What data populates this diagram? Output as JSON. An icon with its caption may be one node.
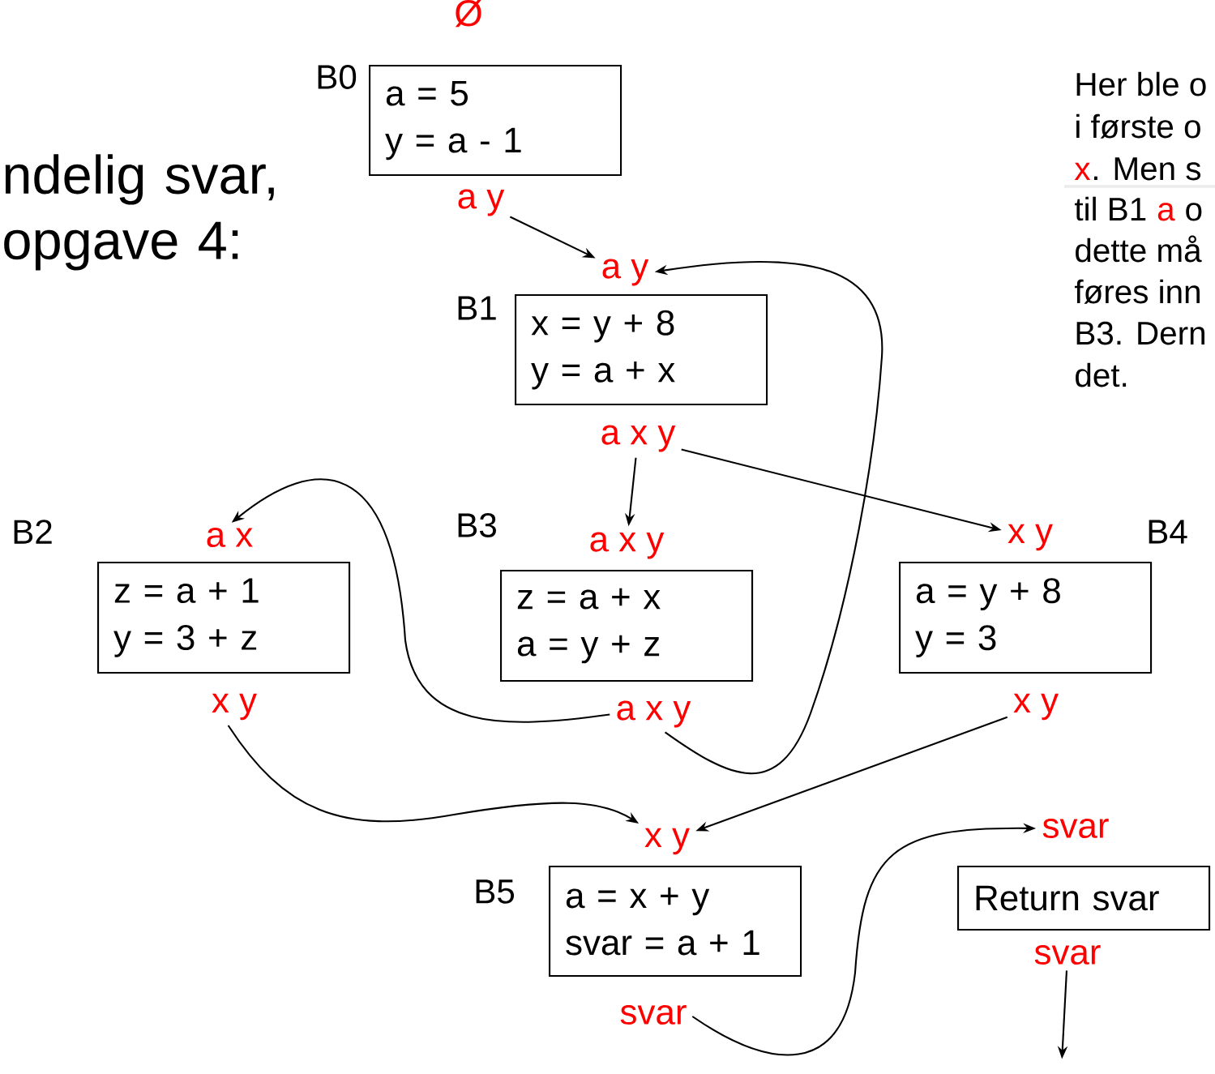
{
  "diagram": {
    "title": "ndelig svar, opgave 4:",
    "nodes": [
      {
        "text": [
          "a = 5",
          "y = a - 1"
        ],
        "beside": [
          "B0"
        ]
      },
      {
        "text": [
          "a y"
        ]
      },
      {
        "text": [
          "a y"
        ]
      },
      {
        "text": [
          "x = y + 8",
          "y = a + x"
        ],
        "beside": [
          "B1"
        ]
      },
      {
        "text": [
          "a x y"
        ]
      },
      {
        "text": [
          "a x"
        ]
      },
      {
        "text": [
          "a x y"
        ]
      },
      {
        "text": [
          "x y"
        ]
      },
      {
        "text": [
          "z = a + 1",
          "y = 3 + z"
        ],
        "beside": [
          "B2"
        ]
      },
      {
        "text": [
          "z = a + x",
          "a = y + z"
        ],
        "beside": [
          "B3"
        ]
      },
      {
        "text": [
          "a = y + 8",
          "y = 3"
        ],
        "beside": [
          "B4"
        ]
      },
      {
        "text": [
          "x y"
        ]
      },
      {
        "text": [
          "a x y"
        ]
      },
      {
        "text": [
          "x y"
        ]
      },
      {
        "text": [
          "x y"
        ]
      },
      {
        "text": [
          "svar"
        ]
      },
      {
        "text": [
          "a = x + y",
          "svar = a + 1"
        ],
        "beside": [
          "B5"
        ]
      },
      {
        "text": [
          "Return svar"
        ]
      },
      {
        "text": [
          "svar"
        ]
      },
      {
        "text": [
          "svar"
        ]
      }
    ],
    "edges": [
      {
        "from": 1,
        "to": 2,
        "arrow": "to"
      },
      {
        "from": 4,
        "to": 6,
        "arrow": "to"
      },
      {
        "from": 4,
        "to": 7,
        "arrow": "to"
      },
      {
        "from": 12,
        "to": 2,
        "arrow": "to"
      },
      {
        "from": 12,
        "to": 5,
        "arrow": "to"
      },
      {
        "from": 11,
        "to": 14,
        "arrow": "to"
      },
      {
        "from": 13,
        "to": 14,
        "arrow": "to"
      },
      {
        "from": 19,
        "to": 15,
        "arrow": "to"
      },
      {
        "from": 18,
        "to": null,
        "arrow": "to"
      }
    ],
    "labels": [
      "Ø",
      "Her ble o",
      "i første o",
      "x",
      ". Men s",
      "til B1",
      "a",
      "o",
      "dette må",
      "føres inn",
      "B3.  Dern",
      "det."
    ]
  }
}
